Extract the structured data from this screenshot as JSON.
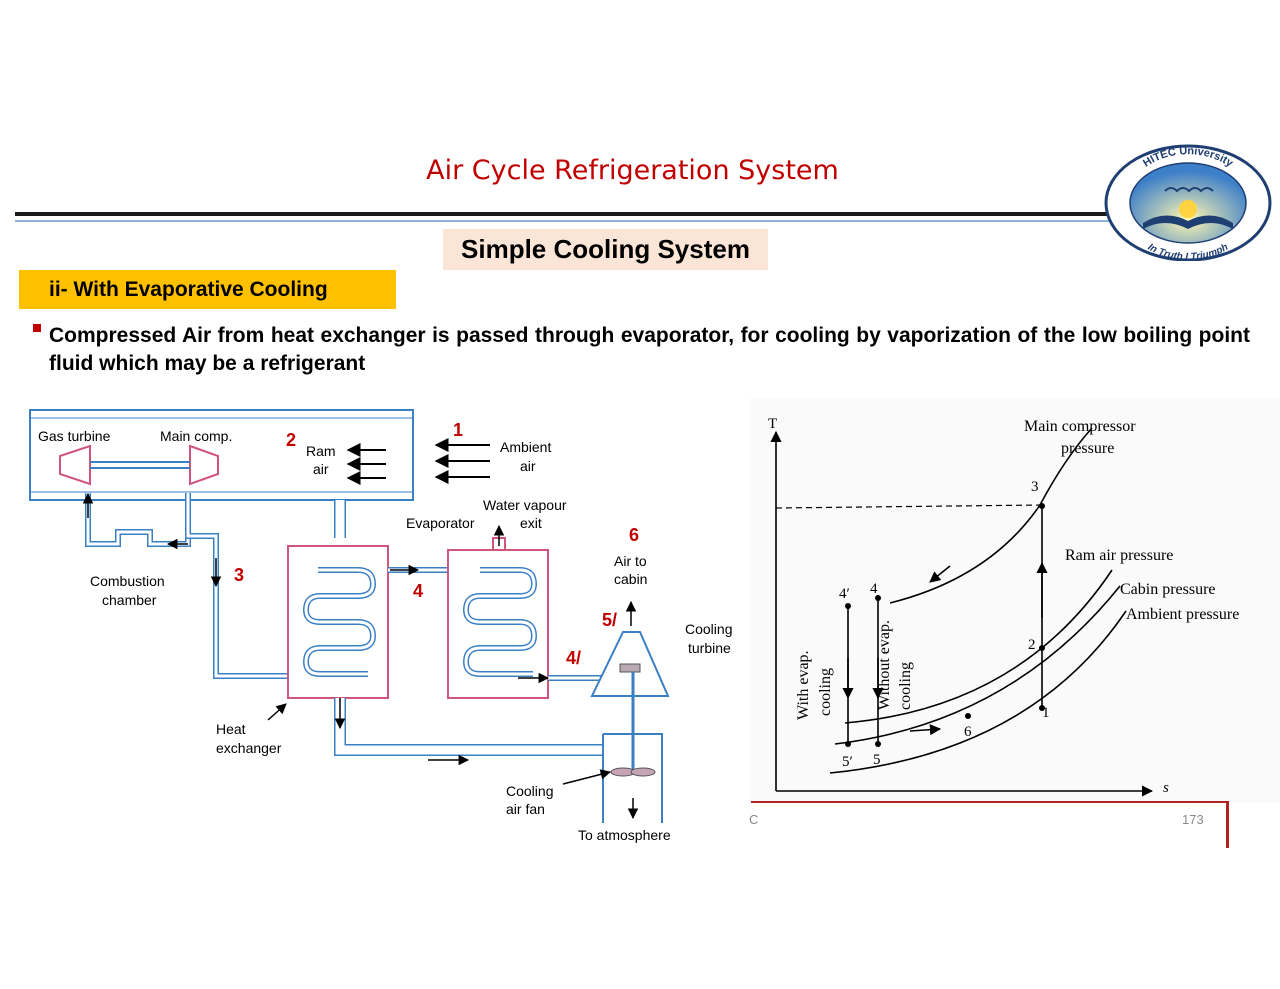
{
  "slide": {
    "title": "Air Cycle Refrigeration System",
    "subtitle": "Simple Cooling System",
    "section": "ii- With Evaporative Cooling",
    "bullet": "Compressed Air from heat exchanger is passed through evaporator, for cooling by vaporization of the low boiling point fluid which may be a refrigerant",
    "footer_left": "C",
    "page_number": "173"
  },
  "logo": {
    "top_text": "HITEC University",
    "bottom_text": "In Truth I Triumph"
  },
  "schematic": {
    "labels": {
      "gas_turbine": "Gas turbine",
      "main_comp": "Main comp.",
      "ram": "Ram",
      "air": "air",
      "ambient": "Ambient",
      "ambient_air": "air",
      "water_vapour": "Water vapour",
      "exit": "exit",
      "evaporator": "Evaporator",
      "combustion": "Combustion",
      "chamber": "chamber",
      "air_to": "Air to",
      "cabin": "cabin",
      "cooling": "Cooling",
      "turbine": "turbine",
      "heat": "Heat",
      "exchanger": "exchanger",
      "cooling_air": "Cooling",
      "air_fan": "air fan",
      "to_atmosphere": "To atmosphere"
    },
    "state_points": {
      "p1": "1",
      "p2": "2",
      "p3": "3",
      "p4": "4",
      "p5": "5/",
      "p4p": "4/",
      "p6": "6"
    }
  },
  "ts_diagram": {
    "t_axis": "T",
    "s_axis": "s",
    "main_compressor": "Main compressor",
    "pressure": "pressure",
    "ram_air_pressure": "Ram air pressure",
    "cabin_pressure": "Cabin pressure",
    "ambient_pressure": "Ambient pressure",
    "with_evap": "With evap.",
    "with_evap_2": "cooling",
    "without_evap": "Without evap.",
    "without_evap_2": "cooling",
    "points": {
      "p1": "1",
      "p2": "2",
      "p3": "3",
      "p4": "4",
      "p4p": "4′",
      "p5": "5",
      "p5p": "5′",
      "p6": "6"
    }
  },
  "colors": {
    "title_red": "#c00000",
    "subtitle_bg": "#fbe5d6",
    "section_bg": "#ffc000",
    "duct_blue": "#3b7fc4",
    "hx_pink": "#d0557a"
  }
}
